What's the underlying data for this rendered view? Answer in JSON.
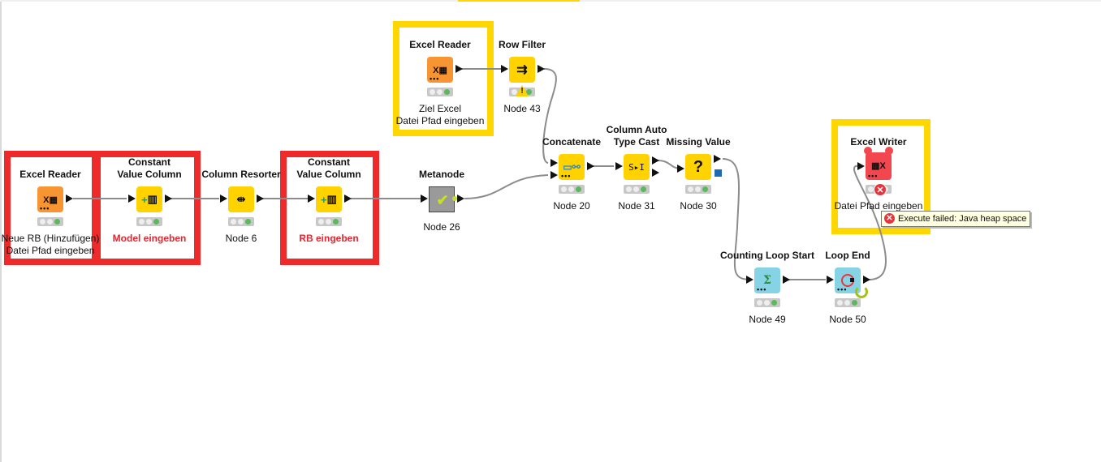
{
  "canvas": {
    "type": "KNIME workflow editor"
  },
  "annotations": [
    {
      "id": "ann-excel-reader-1",
      "color": "#ee2a2a"
    },
    {
      "id": "ann-constant-value-1",
      "color": "#ee2a2a"
    },
    {
      "id": "ann-constant-value-2",
      "color": "#ee2a2a"
    },
    {
      "id": "ann-excel-reader-2",
      "color": "#ffd700"
    },
    {
      "id": "ann-excel-writer",
      "color": "#ffd700"
    }
  ],
  "nodes": {
    "excel_reader_1": {
      "title": "Excel Reader",
      "label_line1": "Neue RB (Hinzufügen)",
      "label_line2": "Datei Pfad eingeben",
      "icon": "excel-reader-icon",
      "status": "executed"
    },
    "constant_value_1": {
      "title_line1": "Constant",
      "title_line2": "Value Column",
      "label": "Model eingeben",
      "icon": "constant-value-icon",
      "status": "executed"
    },
    "column_resorter": {
      "title": "Column Resorter",
      "label": "Node 6",
      "icon": "column-resorter-icon",
      "status": "executed"
    },
    "constant_value_2": {
      "title_line1": "Constant",
      "title_line2": "Value Column",
      "label": "RB eingeben",
      "icon": "constant-value-icon",
      "status": "executed"
    },
    "metanode": {
      "title": "Metanode",
      "label": "Node 26",
      "icon": "checkmark-icon",
      "status": "executed"
    },
    "excel_reader_2": {
      "title": "Excel Reader",
      "label_line1": "Ziel Excel",
      "label_line2": "Datei Pfad eingeben",
      "icon": "excel-reader-icon",
      "status": "executed"
    },
    "row_filter": {
      "title": "Row Filter",
      "label": "Node 43",
      "icon": "row-filter-icon",
      "status": "warning"
    },
    "concatenate": {
      "title": "Concatenate",
      "label": "Node 20",
      "icon": "concatenate-icon",
      "status": "executed"
    },
    "column_auto_type_cast": {
      "title_line1": "Column Auto",
      "title_line2": "Type Cast",
      "label": "Node 31",
      "icon_text": "S▸I",
      "status": "executed"
    },
    "missing_value": {
      "title": "Missing Value",
      "label": "Node 30",
      "icon_text": "?",
      "status": "executed"
    },
    "counting_loop_start": {
      "title": "Counting Loop Start",
      "label": "Node 49",
      "icon_text": "Σ",
      "status": "executed"
    },
    "loop_end": {
      "title": "Loop End",
      "label": "Node 50",
      "icon": "loop-end-icon",
      "status": "executed"
    },
    "excel_writer": {
      "title": "Excel Writer",
      "label": "Datei Pfad eingeben",
      "icon": "excel-writer-icon",
      "status": "error"
    }
  },
  "tooltip": {
    "text": "Execute failed: Java heap space",
    "icon": "error-icon"
  },
  "glyphs": {
    "dots": "•••",
    "warn": "!",
    "err": "✕",
    "check": "✔"
  }
}
